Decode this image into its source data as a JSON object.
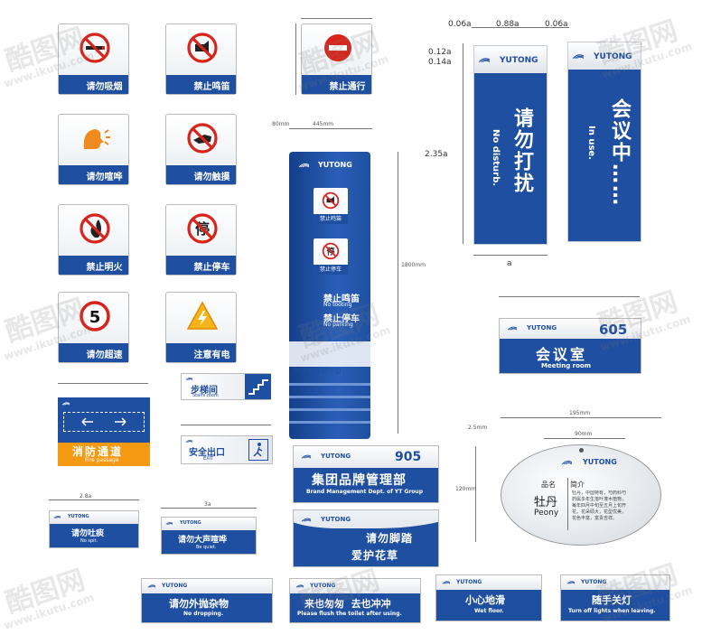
{
  "brand": "YUTONG",
  "icon_signs": [
    {
      "label": "请勿吸烟",
      "icon": "no-smoking-icon"
    },
    {
      "label": "禁止鸣笛",
      "icon": "no-horn-icon"
    },
    {
      "label": "禁止通行",
      "icon": "no-entry-icon"
    },
    {
      "label": "请勿喧哗",
      "icon": "keep-quiet-icon"
    },
    {
      "label": "请勿触摸",
      "icon": "no-touch-icon"
    },
    {
      "label": "禁止明火",
      "icon": "no-fire-icon"
    },
    {
      "label": "禁止停车",
      "icon": "no-parking-icon"
    },
    {
      "label": "请勿超速",
      "icon": "speed-limit-icon",
      "speed": "5"
    },
    {
      "label": "注意有电",
      "icon": "electric-warning-icon"
    }
  ],
  "hanging_signs": {
    "dims": {
      "left": "0.06a",
      "mid": "0.88a",
      "right": "0.06a",
      "top1": "0.12a",
      "top2": "0.14a",
      "height": "2.35a",
      "bottom": "a"
    },
    "disturb": {
      "cn": "请勿打扰",
      "en": "No disturb."
    },
    "inuse": {
      "cn": "会议中……",
      "en": "In use."
    }
  },
  "totem": {
    "dims": {
      "left": "80mm",
      "width": "445mm",
      "height": "1800mm"
    },
    "small1": "禁止鸣笛",
    "small2": "禁止停车",
    "line1_cn": "禁止鸣笛",
    "line1_en": "No tooting",
    "line2_cn": "禁止停车",
    "line2_en": "No parking",
    "footer": "中国宇通  精中国"
  },
  "meeting_room": {
    "number": "605",
    "cn": "会议室",
    "en": "Meeting room"
  },
  "stairs": {
    "cn": "步梯间",
    "en": "Stairs room"
  },
  "fire_passage": {
    "cn": "消防通道",
    "en": "Fire passage"
  },
  "exit": {
    "cn": "安全出口",
    "en": "EXIT"
  },
  "brand_dept": {
    "number": "905",
    "cn": "集团品牌管理部",
    "en": "Brand Management Dept. of YT Group"
  },
  "lawn": {
    "line1": "请勿脚踏",
    "line2": "爱护花草"
  },
  "peony": {
    "dims": {
      "width": "195mm",
      "inner": "90mm",
      "hole": "2.5mm",
      "height": "120mm"
    },
    "title_label": "品名",
    "intro_label": "简介",
    "name_cn": "牡丹",
    "name_en": "Peony",
    "desc": "牡丹，中国特有，芍药科芍药属多年生落叶灌木植物，每年四月中旬至五月上旬开花，花朵硕大，花型优美，花色丰富，富贵吉祥。"
  },
  "no_spit": {
    "cn": "请勿吐痰",
    "en": "No spit.",
    "dim": "2.8a"
  },
  "be_quiet": {
    "cn": "请勿大声喧哗",
    "en": "Be quiet.",
    "dim": "3a"
  },
  "bottom_signs": [
    {
      "cn": "请勿外抛杂物",
      "en": "No dropping."
    },
    {
      "cn": "来也匆匆  去也冲冲",
      "en": "Please flush the toilet after using."
    },
    {
      "cn": "小心地滑",
      "en": "Wet floor."
    },
    {
      "cn": "随手关灯",
      "en": "Turn off lights when leaving."
    }
  ],
  "watermark": {
    "cn": "酷图网",
    "url": "www.ikutu.com"
  }
}
